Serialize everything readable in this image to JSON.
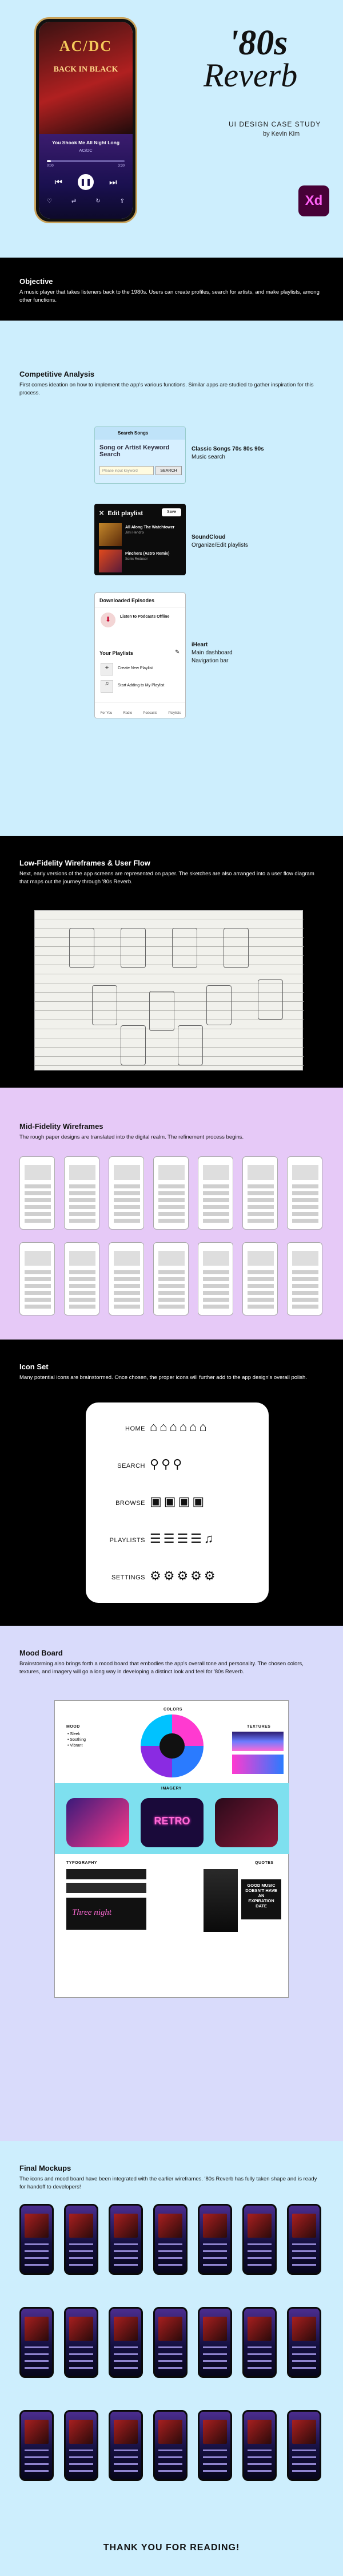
{
  "hero": {
    "album_band": "AC/DC",
    "album_subtitle": "BACK IN BLACK",
    "song_title": "You Shook Me All Night Long",
    "song_artist": "AC/DC",
    "time_elapsed": "0:00",
    "time_total": "3:30",
    "progress": 0.05,
    "logo_line1": "'80s",
    "logo_line2": "Reverb",
    "case_study": "UI DESIGN CASE STUDY",
    "author": "by Kevin Kim",
    "tool_badge": "Xd"
  },
  "objective": {
    "heading": "Objective",
    "body": "A music player that takes listeners back to the 1980s. Users can create profiles, search for artists, and make playlists, among other functions."
  },
  "competitive": {
    "heading": "Competitive Analysis",
    "body": "First comes ideation on how to implement the app's various functions. Similar apps are studied to gather inspiration for this process.",
    "apps": [
      {
        "name": "Classic Songs 70s 80s 90s",
        "desc": "Music search",
        "screen_title": "Search Songs",
        "screen_prompt": "Song or Artist Keyword Search",
        "screen_placeholder": "Please input keyword",
        "screen_button": "SEARCH"
      },
      {
        "name": "SoundCloud",
        "desc": "Organize/Edit playlists",
        "screen_title": "Edit playlist",
        "screen_button": "Save",
        "tracks": [
          {
            "title": "All Along The Watchtower",
            "artist": "Jimi Hendrix"
          },
          {
            "title": "Pinchers (Astro Remix)",
            "artist": "Sonic Reducer"
          }
        ]
      },
      {
        "name": "iHeart",
        "desc1": "Main dashboard",
        "desc2": "Navigation bar",
        "screen_title": "Downloaded Episodes",
        "listen_title": "Listen to Podcasts Offline",
        "section": "Your Playlists",
        "items": [
          "Create New Playlist",
          "Start Adding to My Playlist"
        ],
        "nav": [
          "For You",
          "Radio",
          "Podcasts",
          "Playlists"
        ]
      }
    ]
  },
  "lofi": {
    "heading": "Low-Fidelity Wireframes & User Flow",
    "body": "Next, early versions of the app screens are represented on paper. The sketches are also arranged into a user flow diagram that maps out the journey through '80s Reverb."
  },
  "midfi": {
    "heading": "Mid-Fidelity Wireframes",
    "body": "The rough paper designs are translated into the digital realm. The refinement process begins."
  },
  "icons": {
    "heading": "Icon Set",
    "body": "Many potential icons are brainstormed. Once chosen, the proper icons will further add to the app design's overall polish.",
    "rows": [
      {
        "label": "HOME",
        "glyphs": "⌂⌂⌂⌂⌂⌂"
      },
      {
        "label": "SEARCH",
        "glyphs": "⚲⚲⚲"
      },
      {
        "label": "BROWSE",
        "glyphs": "▣▣▣▣"
      },
      {
        "label": "PLAYLISTS",
        "glyphs": "☰☰☰☰♫"
      },
      {
        "label": "SETTINGS",
        "glyphs": "⚙⚙⚙⚙⚙"
      }
    ]
  },
  "mood": {
    "heading": "Mood Board",
    "body": "Brainstorming also brings forth a mood board that embodies the app's overall tone and personality. The chosen colors, textures, and imagery will go a long way in developing a distinct look and feel for '80s Reverb.",
    "labels": {
      "mood": "MOOD",
      "colors": "COLORS",
      "textures": "TEXTURES",
      "imagery": "IMAGERY",
      "typography": "TYPOGRAPHY",
      "quotes": "QUOTES"
    },
    "mood_words": [
      "• Sleek",
      "• Soothing",
      "• Vibrant"
    ],
    "color_hexes": [
      "#ff3ad0",
      "#2a7bff",
      "#8a2be2",
      "#00c2ff",
      "#1d1d1d"
    ],
    "imagery_sign": "RETRO",
    "quote": "GOOD MUSIC DOESN'T HAVE AN EXPIRATION DATE",
    "type_sample": "Three night"
  },
  "final": {
    "heading": "Final Mockups",
    "body": "The icons and mood board have been integrated with the earlier wireframes. '80s Reverb has fully taken shape and is ready for handoff to developers!",
    "thanks": "THANK YOU FOR READING!"
  }
}
